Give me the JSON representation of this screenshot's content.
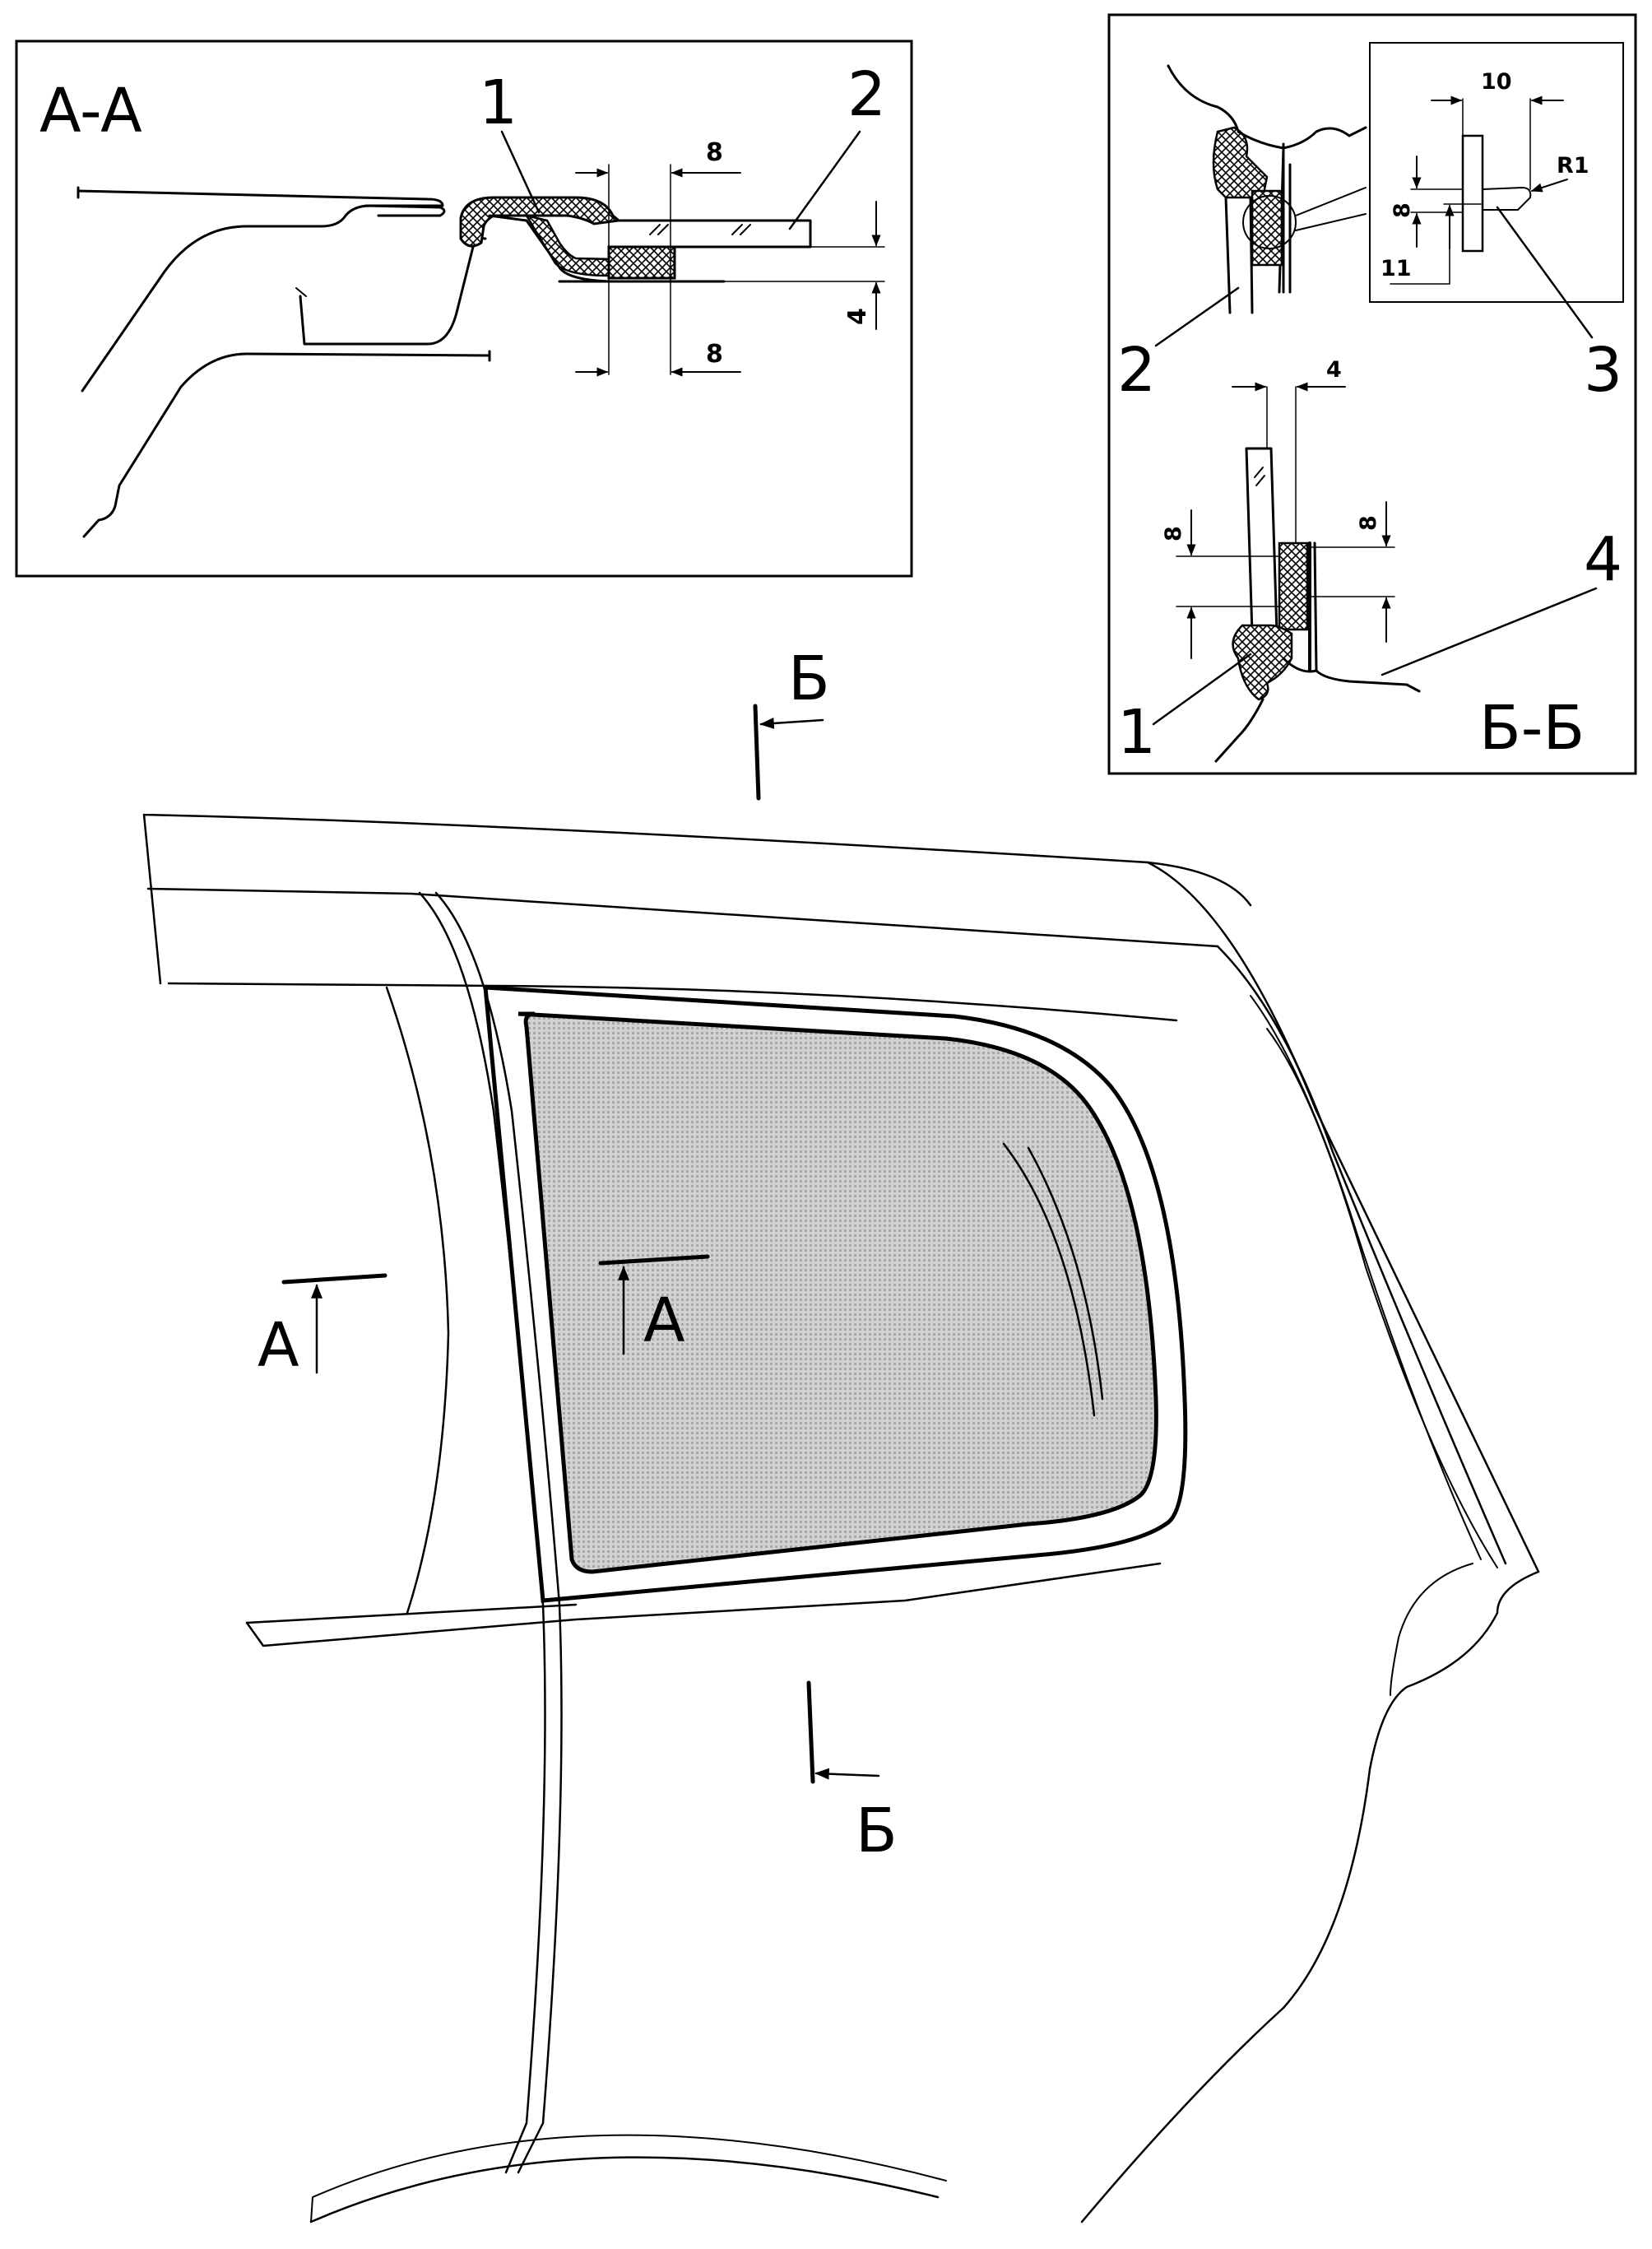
{
  "section_aa": {
    "title": "A-A",
    "callouts": {
      "seal": "1",
      "glass": "2"
    },
    "dims": {
      "top_width": "8",
      "gap": "4",
      "bottom_width": "8"
    }
  },
  "section_bb": {
    "title": "Б-Б",
    "callouts": {
      "seal": "1",
      "glass": "2",
      "spacer": "3",
      "body_panel": "4"
    },
    "detail_dims": {
      "width": "10",
      "radius": "R1",
      "height": "8",
      "offset": "11"
    },
    "dims": {
      "gap": "4",
      "left_height": "8",
      "right_height": "8"
    }
  },
  "main_view": {
    "cut_marks": {
      "a_left": "A",
      "a_right": "A",
      "b_top": "Б",
      "b_bottom": "Б"
    }
  },
  "colors": {
    "line": "#000000",
    "background": "#ffffff",
    "glass_fill": "#c8c8c8"
  },
  "icons": [
    "section-arrow",
    "dimension-arrow",
    "hatch-pattern"
  ]
}
